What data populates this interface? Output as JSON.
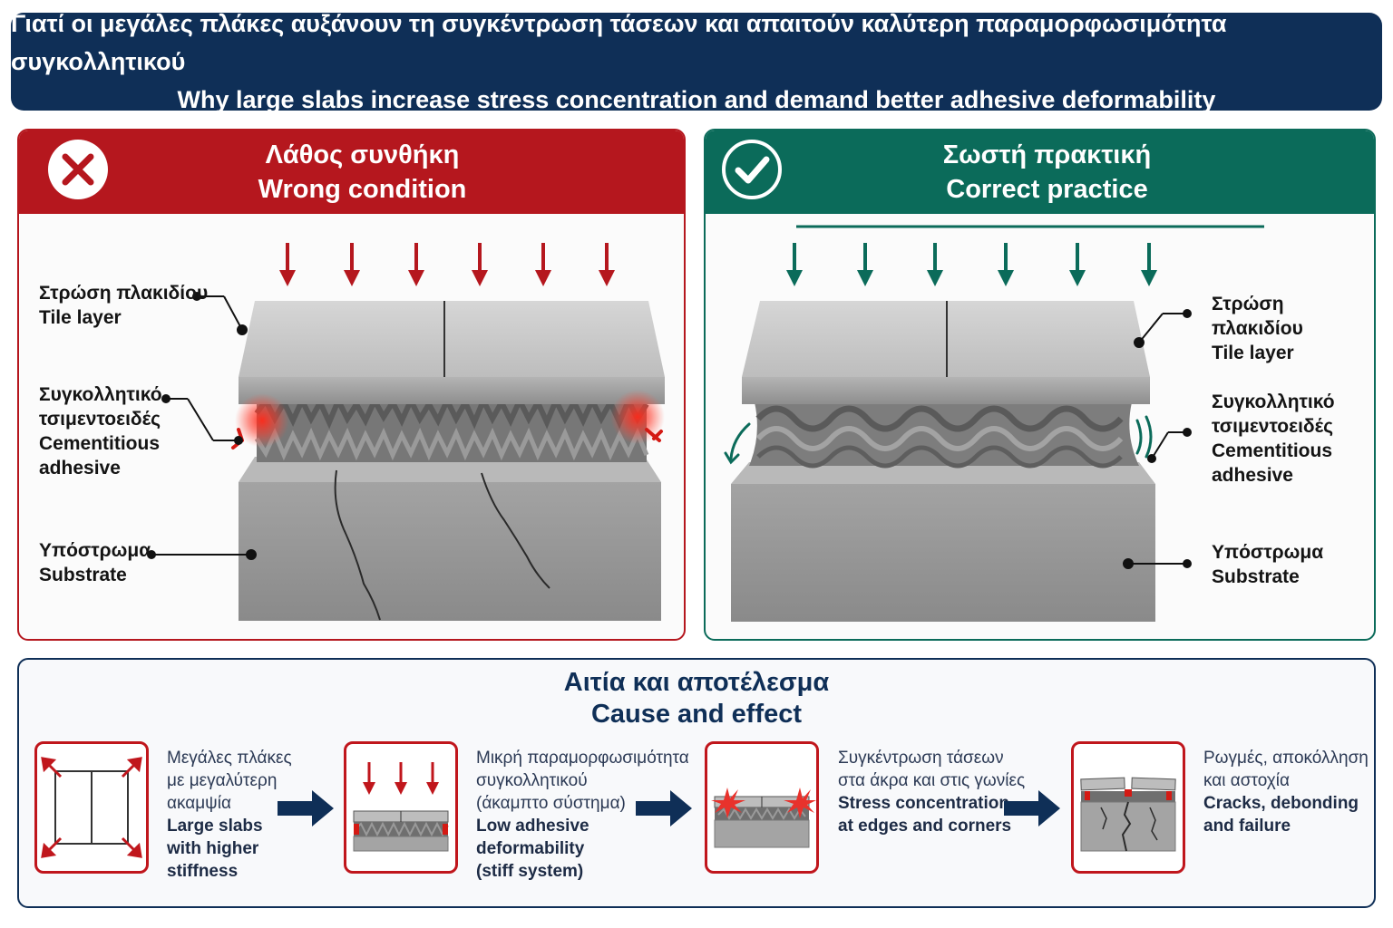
{
  "header": {
    "title_gr": "Γιατί οι μεγάλες πλάκες αυξάνουν τη συγκέντρωση τάσεων και απαιτούν καλύτερη παραμορφωσιμότητα συγκολλητικού",
    "title_en": "Why large slabs increase stress concentration and demand better adhesive deformability"
  },
  "wrong_panel": {
    "title_gr": "Λάθος συνθήκη",
    "title_en": "Wrong condition",
    "icon": "x-mark-icon",
    "labels": {
      "tile_gr": "Στρώση πλακιδίου",
      "tile_en": "Tile layer",
      "adhesive_gr1": "Συγκολλητικό",
      "adhesive_gr2": "τσιμεντοειδές",
      "adhesive_en1": "Cementitious",
      "adhesive_en2": "adhesive",
      "substrate_gr": "Υπόστρωμα",
      "substrate_en": "Substrate"
    }
  },
  "right_panel": {
    "title_gr": "Σωστή πρακτική",
    "title_en": "Correct practice",
    "icon": "check-mark-icon",
    "labels": {
      "tile_gr": "Στρώση πλακιδίου",
      "tile_en": "Tile layer",
      "adhesive_gr1": "Συγκολλητικό",
      "adhesive_gr2": "τσιμεντοειδές",
      "adhesive_en1": "Cementitious",
      "adhesive_en2": "adhesive",
      "substrate_gr": "Υπόστρωμα",
      "substrate_en": "Substrate"
    }
  },
  "cause_effect": {
    "title_gr": "Αιτία και αποτέλεσμα",
    "title_en": "Cause and effect",
    "steps": [
      {
        "icon": "expanding-slab-icon",
        "gr": [
          "Μεγάλες πλάκες",
          "με μεγαλύτερη",
          "ακαμψία"
        ],
        "en": [
          "Large slabs",
          "with higher",
          "stiffness"
        ]
      },
      {
        "icon": "stiff-adhesive-icon",
        "gr": [
          "Μικρή παραμορφωσιμότητα",
          "συγκολλητικού",
          "(άκαμπτο σύστημα)"
        ],
        "en": [
          "Low adhesive",
          "deformability",
          "(stiff system)"
        ]
      },
      {
        "icon": "edge-stress-icon",
        "gr": [
          "Συγκέντρωση τάσεων",
          "στα άκρα και στις γωνίες"
        ],
        "en": [
          "Stress concentration",
          "at edges and corners"
        ]
      },
      {
        "icon": "cracked-substrate-icon",
        "gr": [
          "Ρωγμές, αποκόλληση",
          "και αστοχία"
        ],
        "en": [
          "Cracks, debonding",
          "and failure"
        ]
      }
    ]
  },
  "colors": {
    "navy": "#0f2f57",
    "wrong_red": "#b5171e",
    "correct_green": "#0b6b5a",
    "stress_red": "#e8322c"
  }
}
